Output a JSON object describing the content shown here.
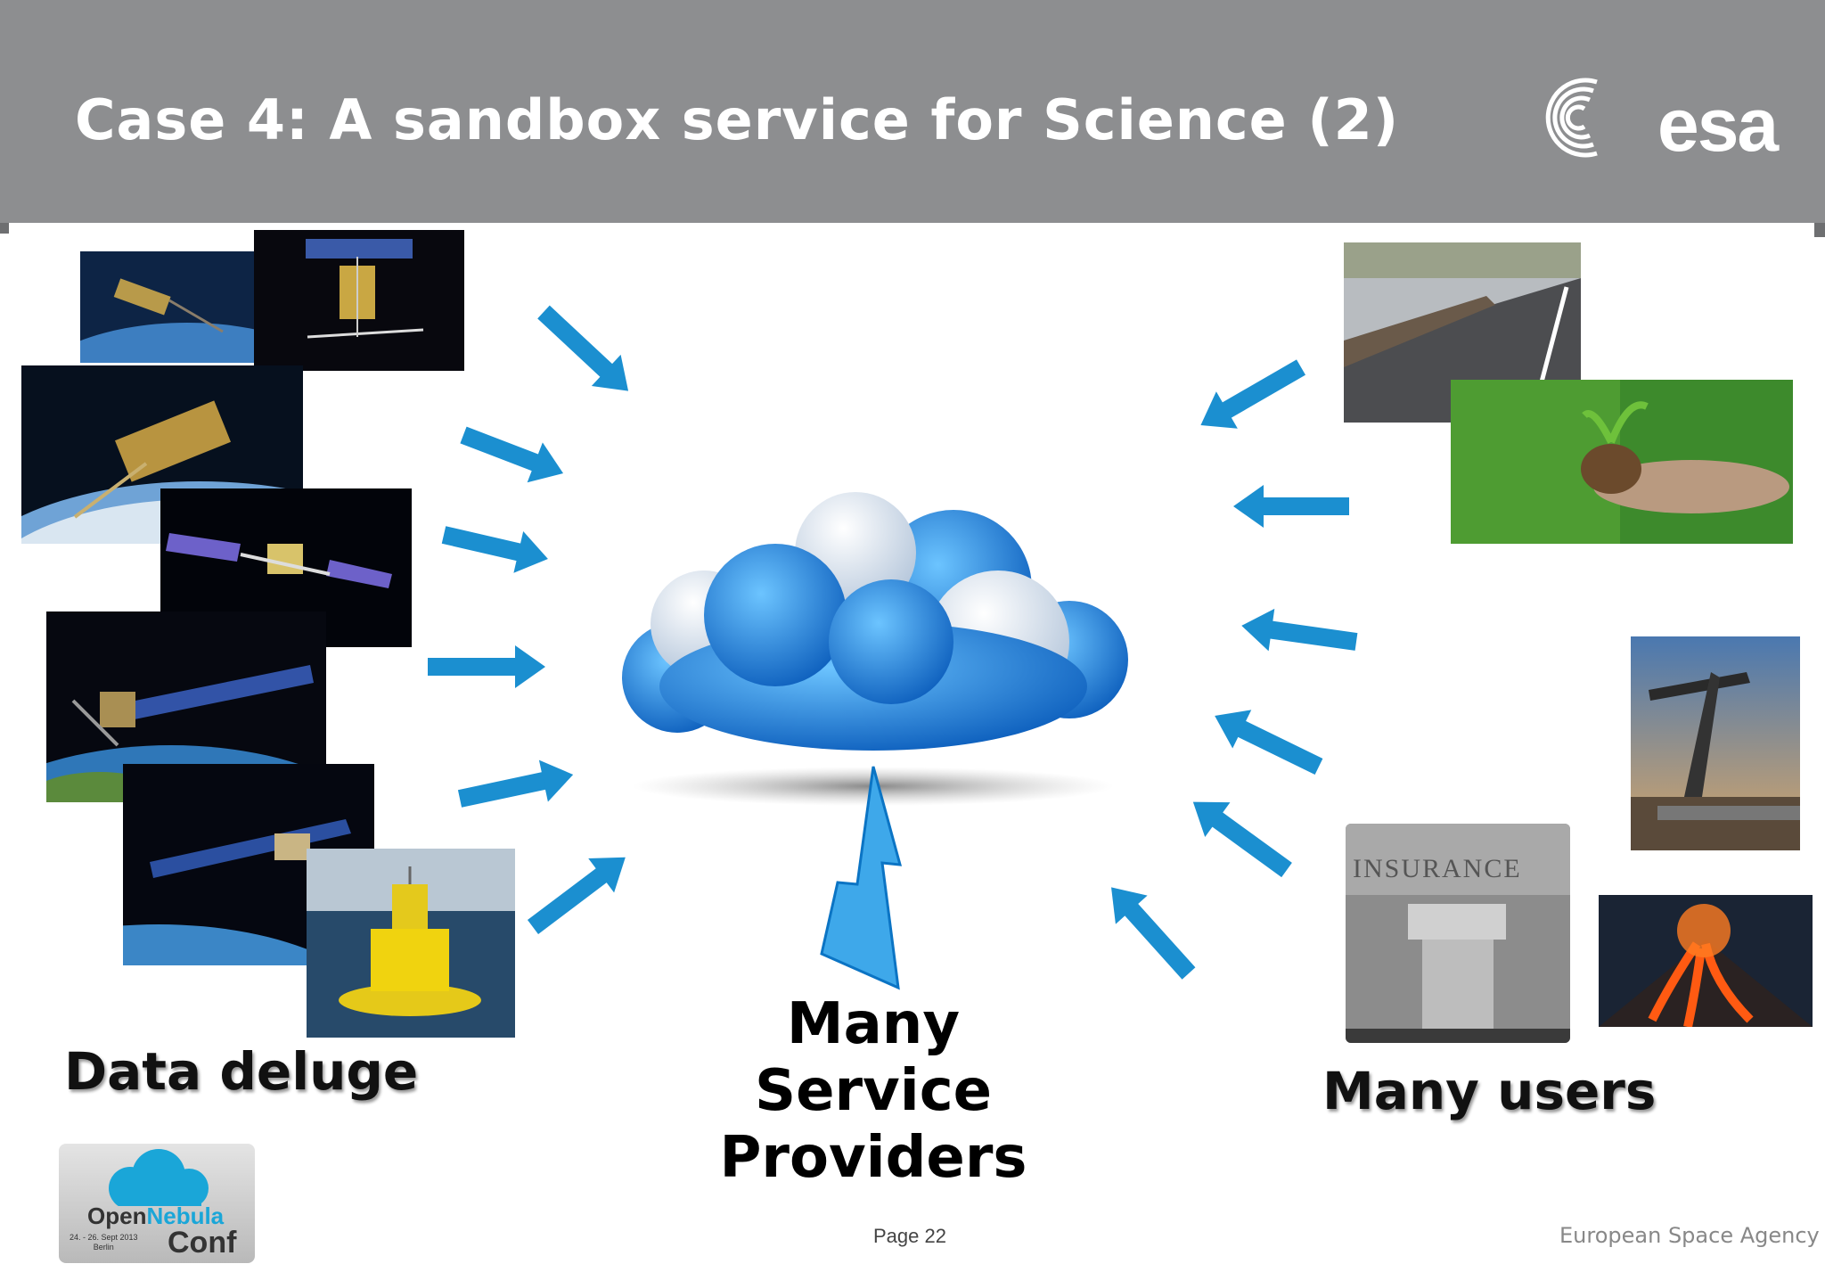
{
  "header": {
    "title": "Case 4: A sandbox service for Science (2)",
    "logo_text": "esa"
  },
  "labels": {
    "left": "Data deluge",
    "center": [
      "Many",
      "Service",
      "Providers"
    ],
    "right": "Many users"
  },
  "footer": {
    "page": "Page 22",
    "organization": "European Space Agency",
    "conference_logo": {
      "open": "Open",
      "nebula": "Nebula",
      "conf": "Conf",
      "dates": "24. - 26. Sept 2013",
      "city": "Berlin"
    }
  },
  "colors": {
    "header_bg": "#8d8e90",
    "arrow": "#1b8fd0",
    "cloud_blue": "#1a7fd4"
  },
  "icons": [
    "satellite-image",
    "buoy-image",
    "road-crack-image",
    "plant-in-hand-image",
    "oil-pump-image",
    "insurance-building-image",
    "volcano-image",
    "cloud-icon",
    "lightning-icon",
    "arrow-icon"
  ]
}
